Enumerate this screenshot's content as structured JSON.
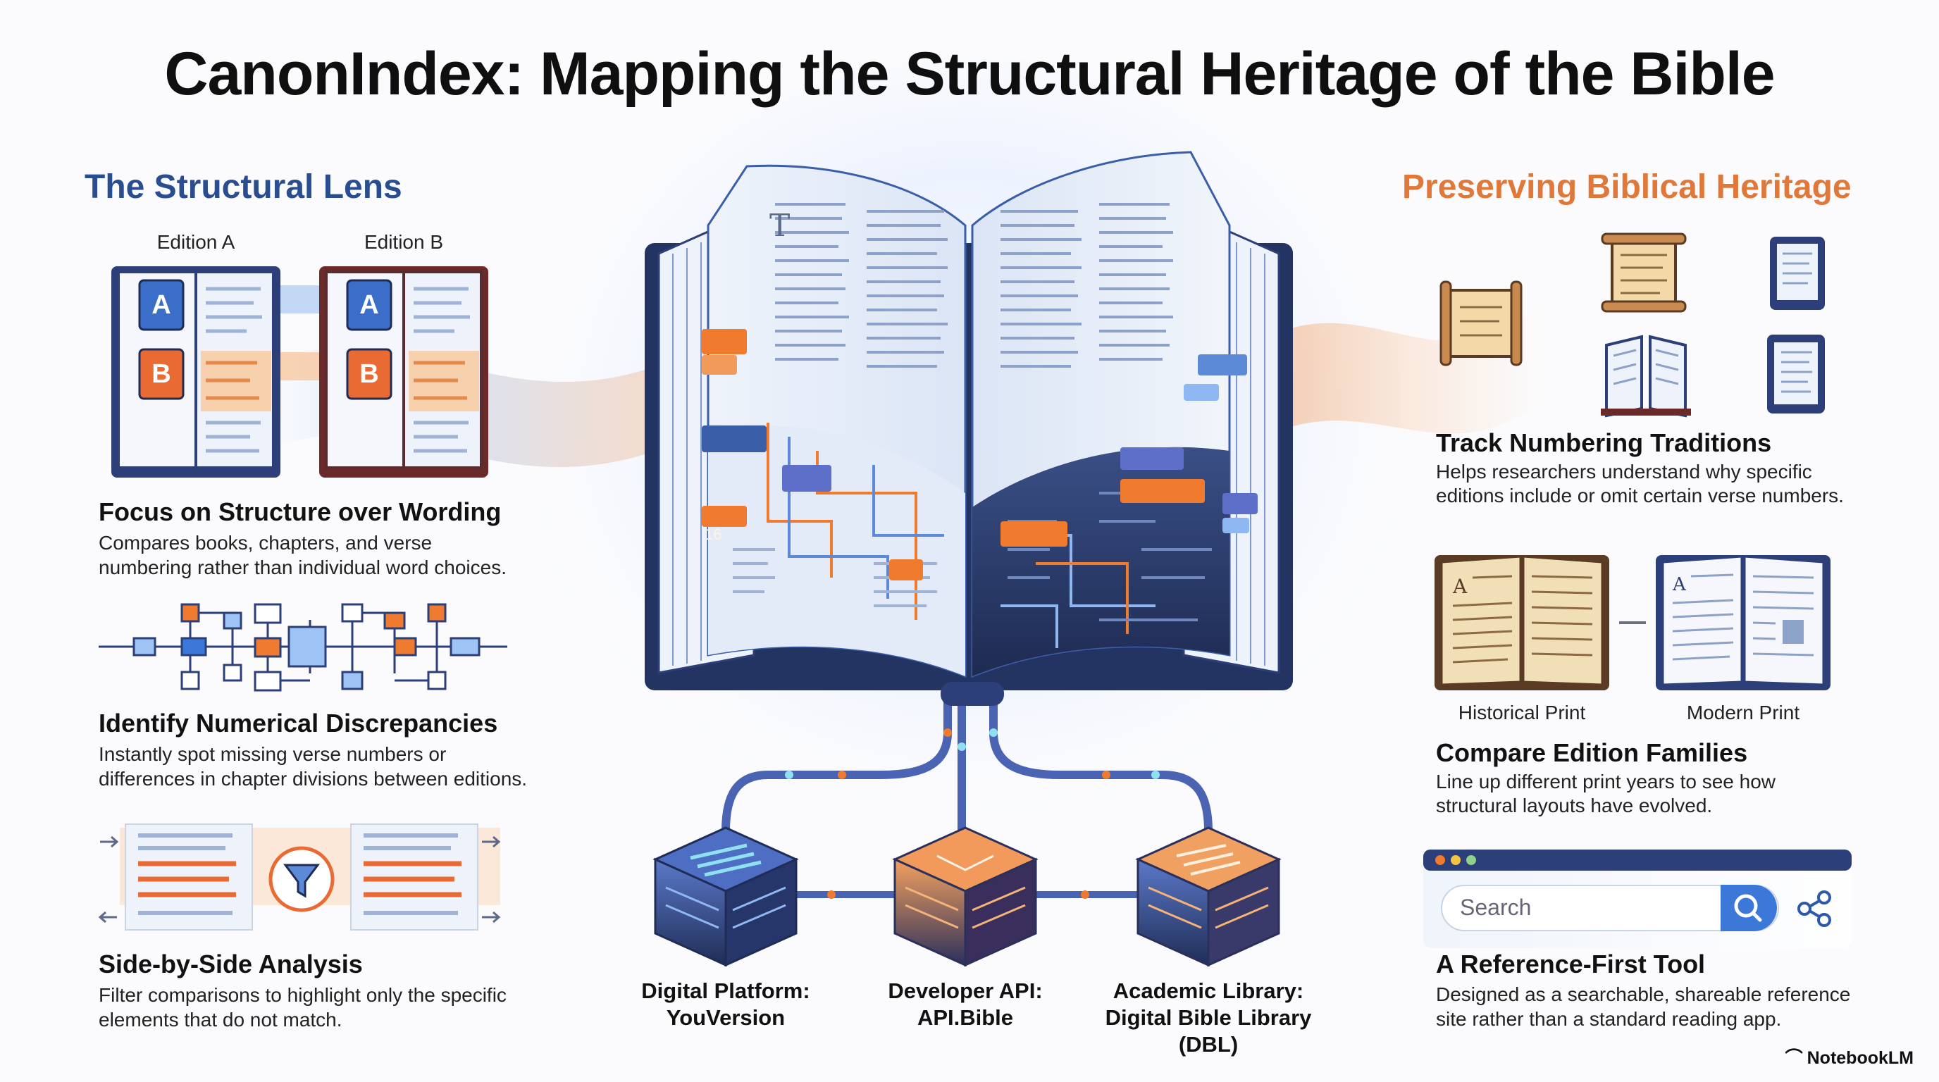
{
  "title": "CanonIndex: Mapping the Structural Heritage of the Bible",
  "left": {
    "heading": "The Structural Lens",
    "edition_a_label": "Edition A",
    "edition_b_label": "Edition B",
    "book_letters": [
      "A",
      "B"
    ],
    "features": [
      {
        "title": "Focus on Structure over Wording",
        "desc_line1": "Compares books, chapters, and verse",
        "desc_line2": "numbering rather than individual word choices."
      },
      {
        "title": "Identify Numerical Discrepancies",
        "desc_line1": "Instantly spot missing verse numbers or",
        "desc_line2": "differences in chapter divisions between editions."
      },
      {
        "title": "Side-by-Side Analysis",
        "desc_line1": "Filter comparisons to highlight only the specific",
        "desc_line2": "elements that do not match."
      }
    ]
  },
  "center": {
    "tag_number": "16",
    "platforms": [
      {
        "line1": "Digital Platform:",
        "line2": "YouVersion"
      },
      {
        "line1": "Developer API:",
        "line2": "API.Bible"
      },
      {
        "line1": "Academic Library:",
        "line2": "Digital Bible Library (DBL)"
      }
    ]
  },
  "right": {
    "heading": "Preserving Biblical Heritage",
    "features": [
      {
        "title": "Track Numbering Traditions",
        "desc_line1": "Helps researchers understand why specific",
        "desc_line2": "editions include or omit certain verse numbers."
      },
      {
        "title": "Compare Edition Families",
        "desc_line1": "Line up different print years to see how",
        "desc_line2": "structural layouts have evolved."
      },
      {
        "title": "A Reference-First Tool",
        "desc_line1": "Designed as a searchable, shareable reference",
        "desc_line2": "site rather than a standard reading app."
      }
    ],
    "historical_label": "Historical Print",
    "modern_label": "Modern Print",
    "search_placeholder": "Search"
  },
  "branding": "NotebookLM",
  "colors": {
    "blue_heading": "#2a4d8f",
    "orange_heading": "#e0783a",
    "navy": "#1f2d56",
    "accent_orange": "#f07a2e",
    "accent_blue": "#3b78d8"
  }
}
